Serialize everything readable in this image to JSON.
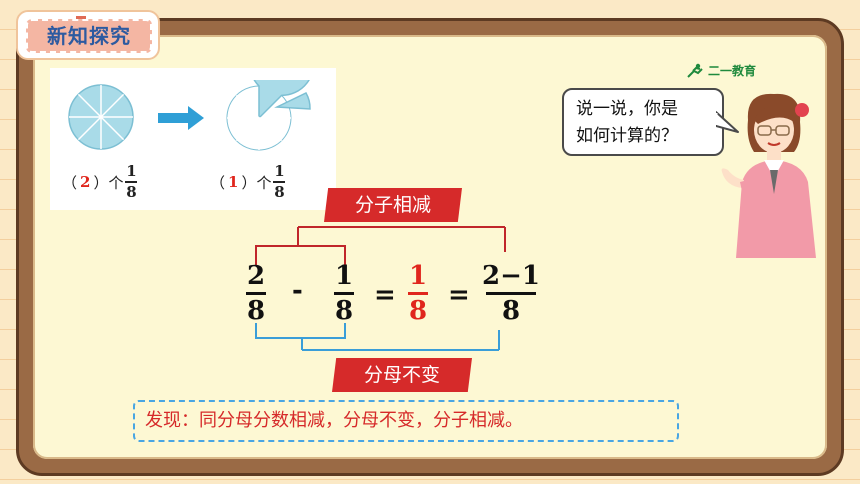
{
  "header": {
    "title": "新知探究"
  },
  "pies": [
    {
      "count": "2",
      "prefix": "（",
      "suffix": "）个",
      "frac_num": "1",
      "frac_den": "8"
    },
    {
      "count": "1",
      "prefix": "（",
      "suffix": "）个",
      "frac_num": "1",
      "frac_den": "8"
    }
  ],
  "labels": {
    "top": "分子相减",
    "bottom": "分母不变"
  },
  "equation": {
    "f1_num": "2",
    "f1_den": "8",
    "minus": "-",
    "f2_num": "1",
    "f2_den": "8",
    "eq1": "=",
    "f3_num": "1",
    "f3_den": "8",
    "eq2": "=",
    "f4_num": "2−1",
    "f4_den": "8"
  },
  "conclusion": "发现：同分母分数相减，分母不变，分子相减。",
  "bubble": {
    "line1": "说一说，你是",
    "line2": "如何计算的？"
  },
  "logo": {
    "text": "二一教育"
  },
  "colors": {
    "accent_red": "#d62a2a",
    "pie_blue": "#a9dbe8",
    "arrow_blue": "#2f9fd6",
    "board_brown": "#9a6a45"
  }
}
